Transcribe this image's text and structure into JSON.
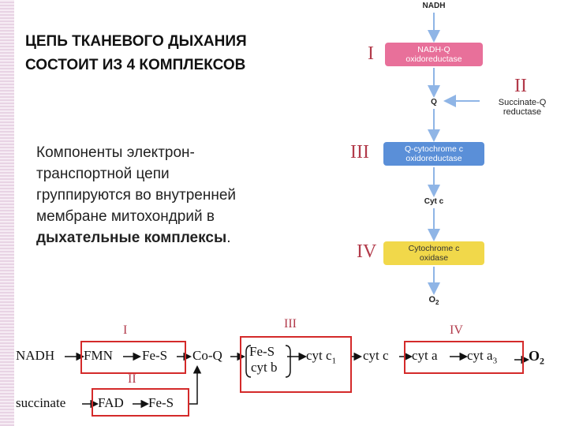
{
  "title_lines": [
    "ЦЕПЬ ТКАНЕВОГО ДЫХАНИЯ",
    "СОСТОИТ ИЗ 4 КОМПЛЕКСОВ"
  ],
  "body": {
    "lines": [
      "Компоненты электрон-",
      "транспортной цепи",
      "группируются во внутренней",
      "мембране митохондрий в"
    ],
    "bold": "дыхательные комплексы",
    "tail": "."
  },
  "diagram": {
    "nadh": "NADH",
    "q": "Q",
    "cytc": "Cyt c",
    "o2": "O",
    "o2_sub": "2",
    "succinate_q": [
      "Succinate-Q",
      "reductase"
    ],
    "complexes": [
      {
        "roman": "I",
        "lines": [
          "NADH-Q",
          "oxidoreductase"
        ],
        "color": "#e8709a"
      },
      {
        "roman": "II"
      },
      {
        "roman": "III",
        "lines": [
          "Q-cytochrome c",
          "oxidoreductase"
        ],
        "color": "#5a8fd8"
      },
      {
        "roman": "IV",
        "lines": [
          "Cytochrome c",
          "oxidase"
        ],
        "color": "#f1d84a"
      }
    ]
  },
  "chain": {
    "roman": [
      "I",
      "II",
      "III",
      "IV"
    ],
    "nadh": "NADH",
    "fmn": "FMN",
    "fes1": "Fe-S",
    "coq": "Co-Q",
    "fes3": "Fe-S",
    "cytb": "cyt b",
    "cytc1": "cyt c",
    "cytc1_sub": "1",
    "cytc": "cyt c",
    "cyta": "cyt a",
    "cyta3": "cyt a",
    "cyta3_sub": "3",
    "o2": "O",
    "o2_sub": "2",
    "succinate": "succinate",
    "fad": "FAD",
    "fes2": "Fe-S"
  },
  "colors": {
    "accent": "#b23a4a",
    "redbox": "#d42a2a",
    "arrow": "#8fb5e6"
  }
}
